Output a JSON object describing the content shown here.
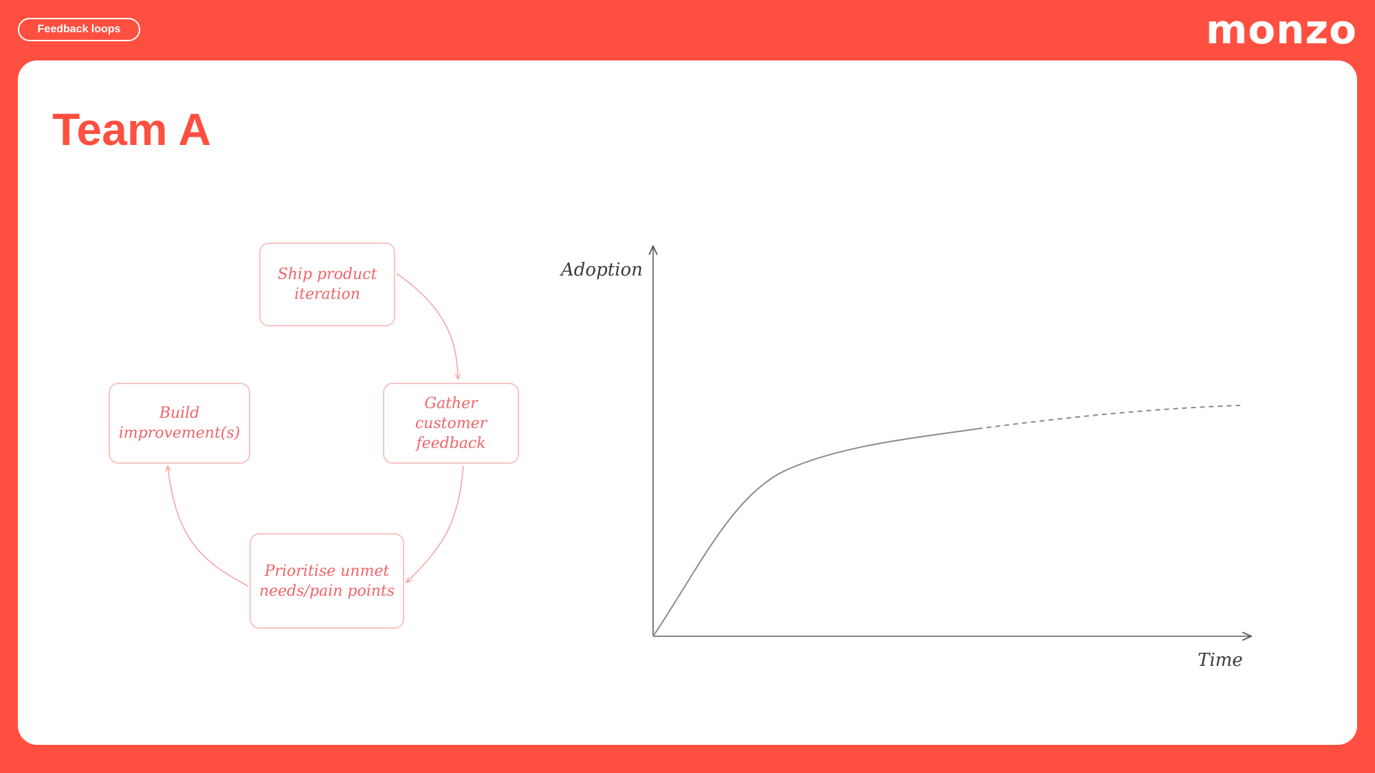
{
  "header": {
    "section_label": "Feedback loops",
    "brand": "monzo"
  },
  "slide": {
    "title": "Team A"
  },
  "feedback_loop": {
    "nodes": [
      {
        "label": "Ship product iteration"
      },
      {
        "label": "Gather customer feedback"
      },
      {
        "label": "Prioritise unmet needs/pain points"
      },
      {
        "label": "Build improvement(s)"
      }
    ]
  },
  "adoption_chart": {
    "y_axis_label": "Adoption",
    "x_axis_label": "Time"
  },
  "colors": {
    "brand_red": "#ff4f40",
    "node_border": "#f7c4c4",
    "node_text": "#f06468",
    "curve": "#8a8a8a"
  }
}
